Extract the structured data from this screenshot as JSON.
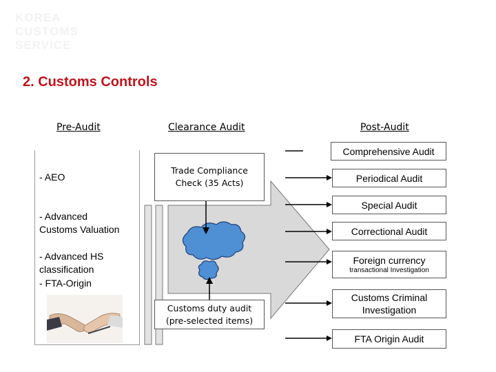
{
  "logo": {
    "line1": "KOREA CUSTOMS",
    "line2": "SERVICE"
  },
  "section_title": "2. Customs Controls",
  "columns": {
    "pre_audit": "Pre-Audit",
    "clearance_audit": "Clearance Audit",
    "post_audit": "Post-Audit"
  },
  "pre_audit_items": [
    {
      "text": "- AEO"
    },
    {
      "text": "- Advanced\nCustoms Valuation"
    },
    {
      "text": "- Advanced HS\nclassification"
    },
    {
      "text": "- FTA-Origin"
    }
  ],
  "clearance_boxes": {
    "trade_compliance": "Trade Compliance\nCheck (35 Acts)",
    "customs_duty": "Customs duty audit\n(pre-selected items)"
  },
  "post_audit_boxes": [
    {
      "label": "Comprehensive Audit"
    },
    {
      "label": "Periodical Audit"
    },
    {
      "label": "Special Audit"
    },
    {
      "label": "Correctional Audit"
    },
    {
      "label": "Foreign currency",
      "sub": "transactional Investigation"
    },
    {
      "label": "Customs Criminal\nInvestigation"
    },
    {
      "label": "FTA Origin Audit"
    }
  ],
  "colors": {
    "title_red": "#c0141b",
    "arrow_fill": "#d9d9d9",
    "cloud_fill": "#4f8fd3",
    "cloud_stroke": "#1f3f7a"
  }
}
